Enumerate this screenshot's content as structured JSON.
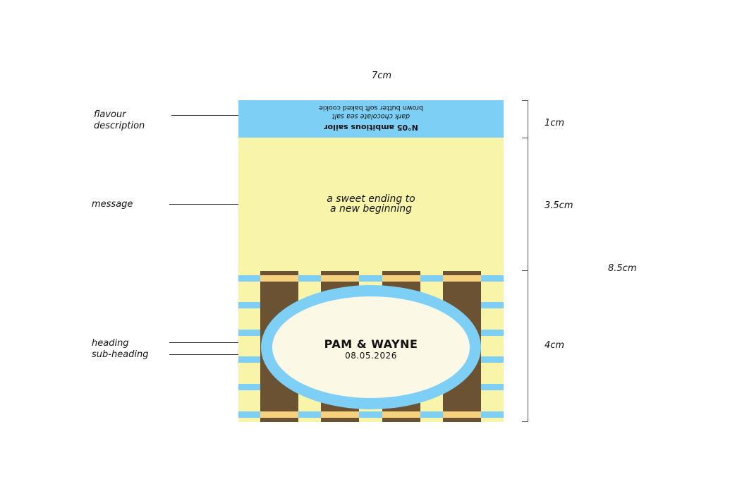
{
  "dimensions": {
    "width": "7cm",
    "segment_top": "1cm",
    "segment_middle": "3.5cm",
    "segment_bottom": "4cm",
    "total_height": "8.5cm"
  },
  "annotations": {
    "flavour_description": "flavour\ndescription",
    "message": "message",
    "heading": "heading",
    "sub_heading": "sub-heading"
  },
  "label": {
    "flavour_name": "N°05  ambitious sailor",
    "flavour_line1": "dark chocolate sea salt",
    "flavour_line2": "brown butter soft baked cookie",
    "message_line1": "a sweet ending to",
    "message_line2": "a new beginning",
    "heading": "PAM & WAYNE",
    "subheading": "08.05.2026"
  },
  "colors": {
    "sky_blue": "#7ecff5",
    "pale_yellow": "#f8f5aa",
    "brown": "#6b5232",
    "tan": "#f6d27f",
    "cream": "#fbf8e6"
  }
}
